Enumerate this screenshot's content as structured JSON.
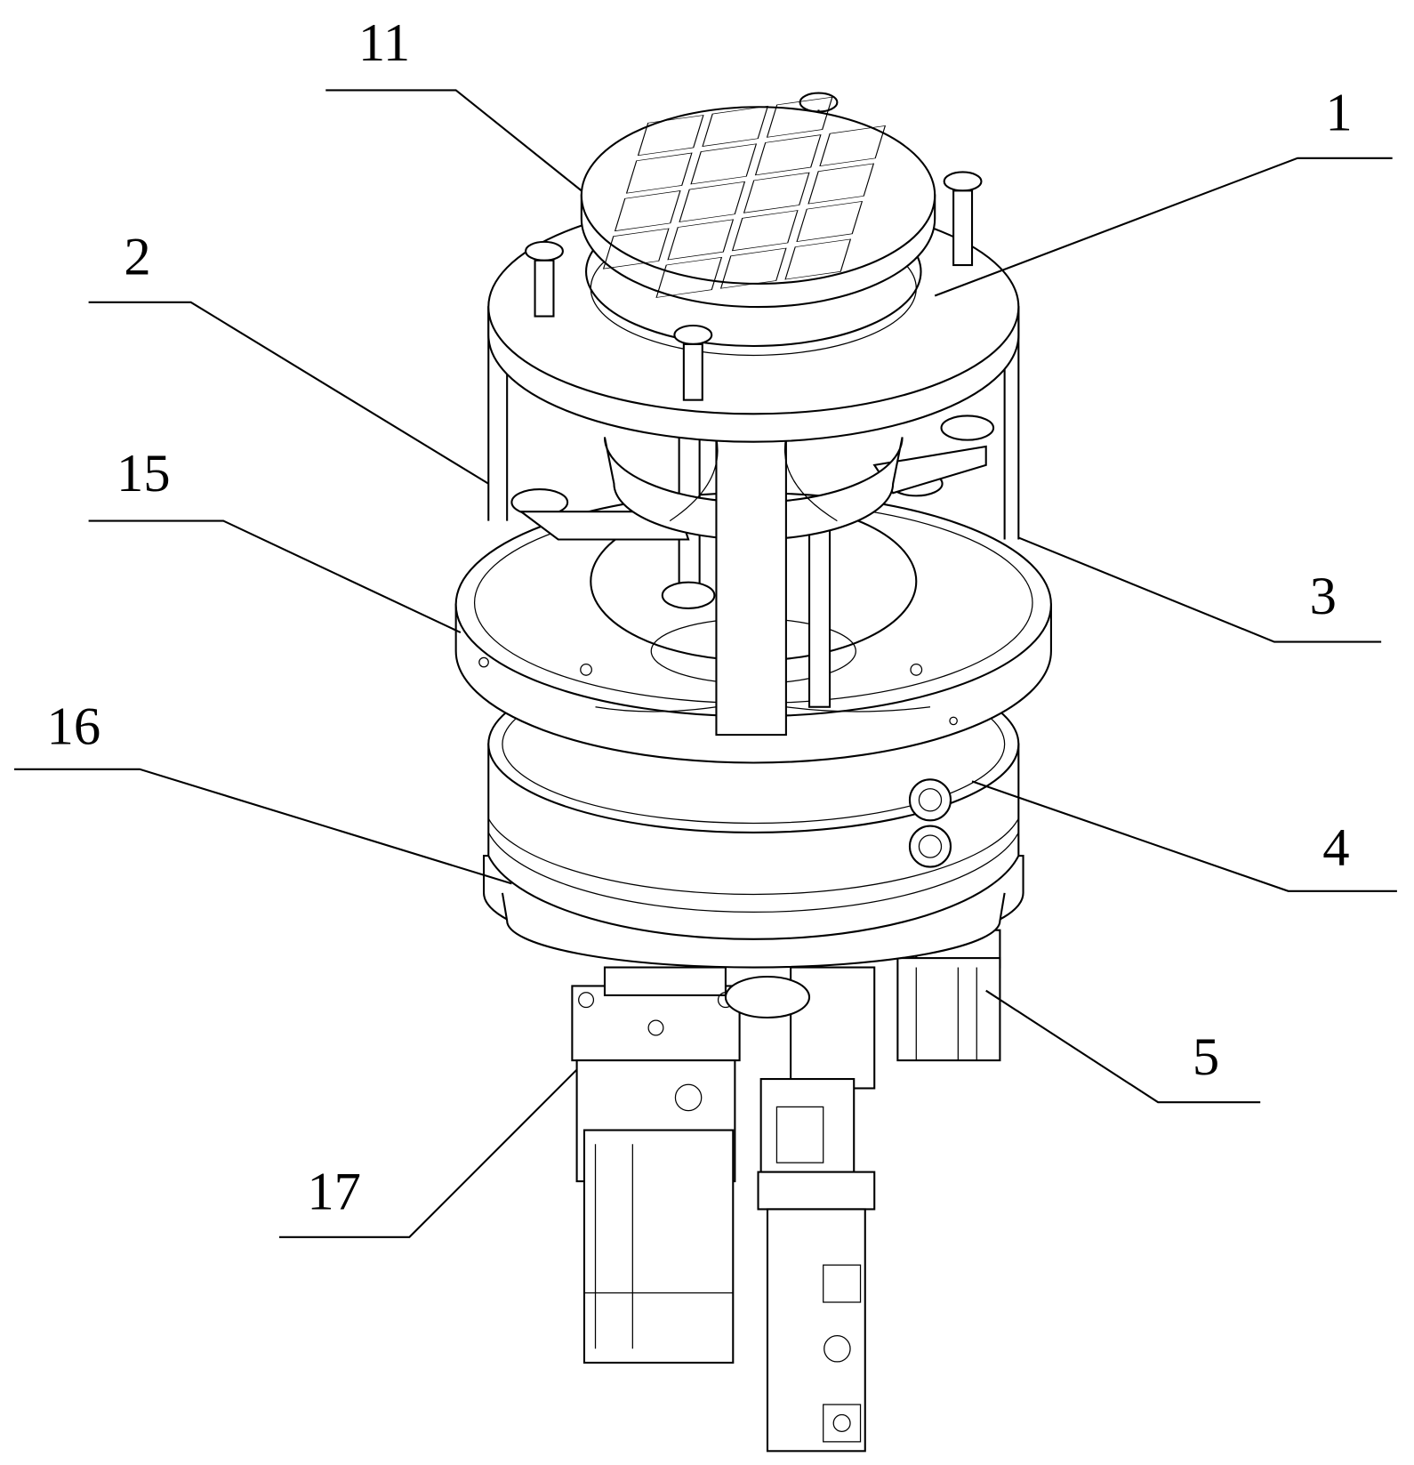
{
  "figure": {
    "labels": [
      {
        "id": "11",
        "text": "11"
      },
      {
        "id": "1",
        "text": "1"
      },
      {
        "id": "2",
        "text": "2"
      },
      {
        "id": "15",
        "text": "15"
      },
      {
        "id": "3",
        "text": "3"
      },
      {
        "id": "16",
        "text": "16"
      },
      {
        "id": "4",
        "text": "4"
      },
      {
        "id": "5",
        "text": "5"
      },
      {
        "id": "17",
        "text": "17"
      }
    ],
    "colors": {
      "line": "#000000",
      "background": "#ffffff"
    }
  }
}
